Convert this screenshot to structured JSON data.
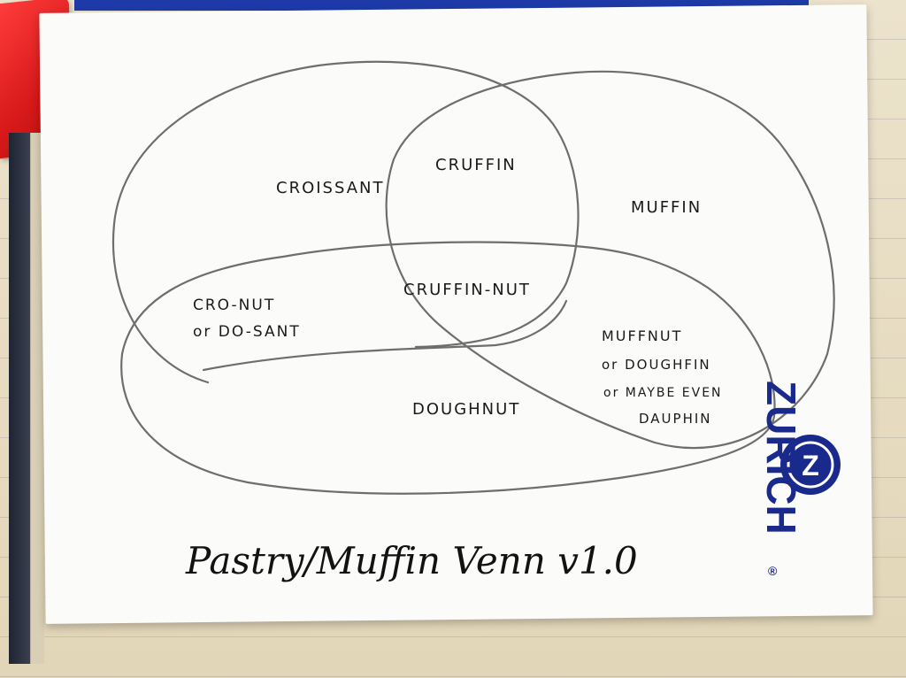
{
  "diagram": {
    "title": "Pastry/Muffin Venn v1.0",
    "regions": {
      "croissant": "CROISSANT",
      "cruffin": "CRUFFIN",
      "muffin": "MUFFIN",
      "cruffin_nut": "CRUFFIN-NUT",
      "cronut_line1": "CRO-NUT",
      "cronut_line2": "or DO-SANT",
      "muffnut_line1": "MUFFNUT",
      "muffnut_line2": "or DOUGHFIN",
      "muffnut_line3": "or MAYBE EVEN",
      "muffnut_line4": "DAUPHIN",
      "doughnut": "DOUGHNUT"
    }
  },
  "logo": {
    "name": "ZURICH",
    "mark": "Z",
    "registered": "®",
    "color": "#1a2a8c"
  },
  "colors": {
    "pencil": "#6e6e6e",
    "card": "#fbfbfa"
  }
}
